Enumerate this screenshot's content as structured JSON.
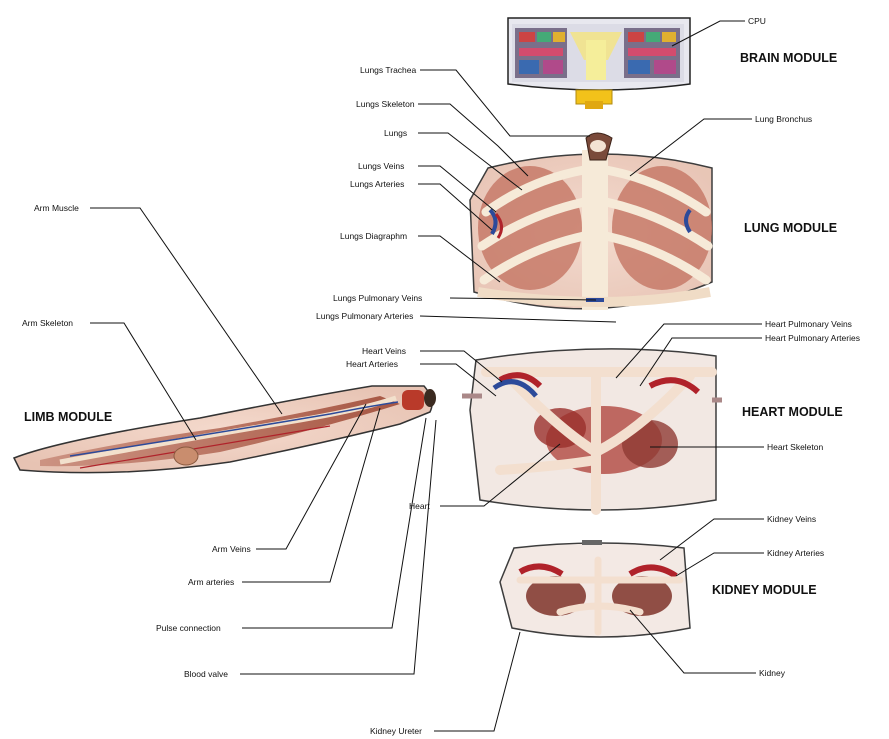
{
  "modules": {
    "brain": "BRAIN MODULE",
    "lung": "LUNG MODULE",
    "heart": "HEART MODULE",
    "kidney": "KIDNEY MODULE",
    "limb": "LIMB MODULE"
  },
  "labels": {
    "cpu": "CPU",
    "lungs_trachea": "Lungs Trachea",
    "lungs_skeleton": "Lungs Skeleton",
    "lungs": "Lungs",
    "lungs_veins": "Lungs Veins",
    "lungs_arteries": "Lungs Arteries",
    "lungs_diagraphm": "Lungs Diagraphm",
    "lungs_pulmonary_veins": "Lungs Pulmonary Veins",
    "lungs_pulmonary_arteries": "Lungs Pulmonary Arteries",
    "lung_bronchus": "Lung Bronchus",
    "heart_pulmonary_veins": "Heart Pulmonary Veins",
    "heart_pulmonary_arteries": "Heart Pulmonary Arteries",
    "heart_veins": "Heart Veins",
    "heart_arteries": "Heart Arteries",
    "heart_skeleton": "Heart Skeleton",
    "heart": "Heart",
    "kidney_veins": "Kidney Veins",
    "kidney_arteries": "Kidney Arteries",
    "kidney": "Kidney",
    "kidney_ureter": "Kidney Ureter",
    "arm_muscle": "Arm Muscle",
    "arm_skeleton": "Arm Skeleton",
    "arm_veins": "Arm Veins",
    "arm_arteries": "Arm arteries",
    "pulse_connection": "Pulse connection",
    "blood_valve": "Blood valve"
  }
}
